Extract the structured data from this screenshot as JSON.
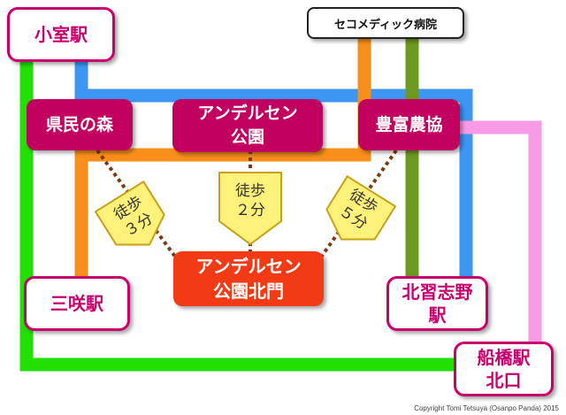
{
  "colors": {
    "green": "#22e000",
    "blue": "#3c96f2",
    "orange": "#f78f1a",
    "dark_green": "#6c9a1e",
    "pink": "#f99ae6",
    "magenta": "#c2005f",
    "destination": "#f23a14",
    "walk_tag": "#fff27a"
  },
  "stations": {
    "komuro": "小室駅",
    "misaki": "三咲駅",
    "kitanarashino": "北習志野\n駅",
    "funabashi_kitaguchi": "船橋駅\n北口"
  },
  "hospital": {
    "label": "セコメディック病院"
  },
  "bus_stops": {
    "kenmin_no_mori": "県民の森",
    "andersen_park": "アンデルセン\n公園",
    "houtomi_noukyou": "豊富農協"
  },
  "destination": {
    "label": "アンデルセン\n公園北門"
  },
  "walks": [
    {
      "label": "徒歩\n３分"
    },
    {
      "label": "徒歩\n２分"
    },
    {
      "label": "徒歩\n５分"
    }
  ],
  "copyright": "Copyright Tomi Tetsuya (Osanpo Panda) 2015"
}
